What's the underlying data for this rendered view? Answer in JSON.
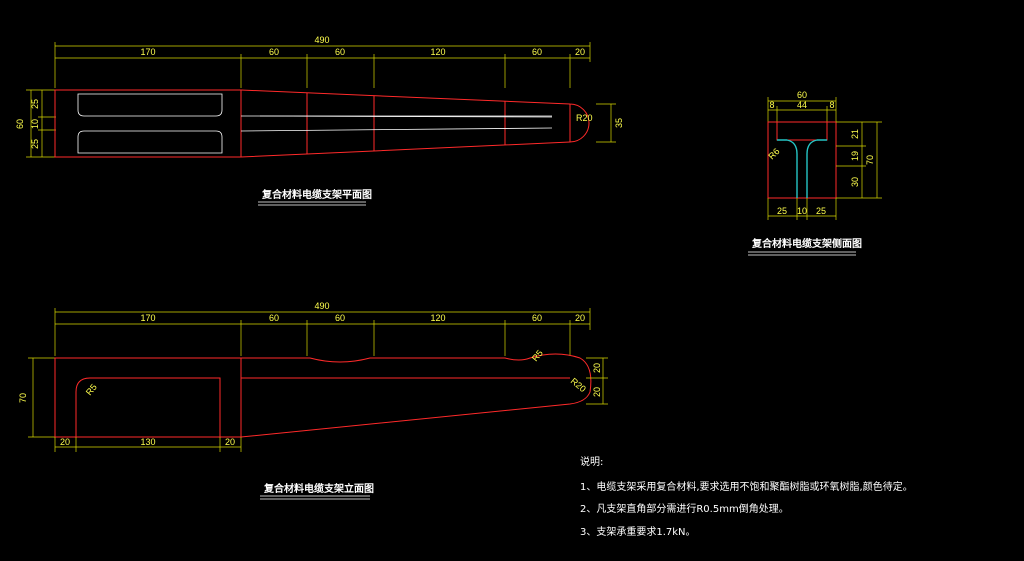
{
  "plan_view": {
    "title": "复合材料电缆支架平面图",
    "dims_top": [
      "490",
      "170",
      "60",
      "60",
      "120",
      "60",
      "20"
    ],
    "dims_left": [
      "60",
      "25",
      "10",
      "25"
    ],
    "radius": "R20",
    "dim_right": "35"
  },
  "side_view": {
    "title": "复合材料电缆支架侧面图",
    "dims_top": [
      "60",
      "8",
      "44",
      "8"
    ],
    "dims_right": [
      "21",
      "19",
      "30",
      "70"
    ],
    "dims_bottom": [
      "25",
      "10",
      "25"
    ],
    "radius": "R6"
  },
  "elevation_view": {
    "title": "复合材料电缆支架立面图",
    "dims_top": [
      "490",
      "170",
      "60",
      "60",
      "120",
      "60",
      "20"
    ],
    "dim_left": "70",
    "dims_bottom": [
      "20",
      "130",
      "20"
    ],
    "radius_inner": "R5",
    "radius_tip": "R20",
    "notch_radius": "R5",
    "dims_right": [
      "20",
      "20"
    ]
  },
  "notes": {
    "heading": "说明:",
    "items": [
      "1、电缆支架采用复合材料,要求选用不饱和聚酯树脂或环氧树脂,颜色待定。",
      "2、凡支架直角部分需进行R0.5mm倒角处理。",
      "3、支架承重要求1.7kN。"
    ]
  }
}
